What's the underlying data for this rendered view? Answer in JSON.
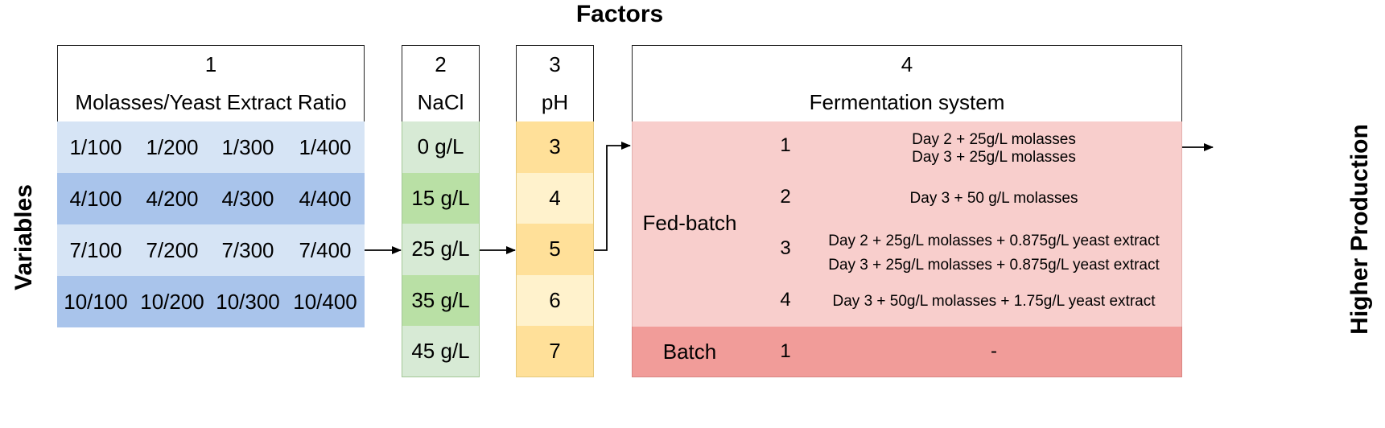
{
  "title": "Factors",
  "left_label": "Variables",
  "right_label": "Higher Production",
  "colors": {
    "blue_light": "#d6e4f5",
    "blue_dark": "#a9c4eb",
    "green_light": "#d7ead5",
    "green_dark": "#b9e0a5",
    "yellow_dark": "#ffe099",
    "yellow_light": "#fff2cc",
    "red_light": "#f8cecc",
    "red_dark": "#f19c99"
  },
  "factor1": {
    "number": "1",
    "header": "Molasses/Yeast Extract Ratio",
    "rows": [
      [
        "1/100",
        "1/200",
        "1/300",
        "1/400"
      ],
      [
        "4/100",
        "4/200",
        "4/300",
        "4/400"
      ],
      [
        "7/100",
        "7/200",
        "7/300",
        "7/400"
      ],
      [
        "10/100",
        "10/200",
        "10/300",
        "10/400"
      ]
    ]
  },
  "factor2": {
    "number": "2",
    "header": "NaCl",
    "values": [
      "0 g/L",
      "15 g/L",
      "25 g/L",
      "35 g/L",
      "45 g/L"
    ]
  },
  "factor3": {
    "number": "3",
    "header": "pH",
    "values": [
      "3",
      "4",
      "5",
      "6",
      "7"
    ]
  },
  "factor4": {
    "number": "4",
    "header": "Fermentation system",
    "fed_batch_label": "Fed-batch",
    "fed_batch": [
      {
        "n": "1",
        "lines": [
          "Day 2 + 25g/L molasses",
          "Day 3 + 25g/L molasses"
        ]
      },
      {
        "n": "2",
        "lines": [
          "Day 3 + 50 g/L molasses"
        ]
      },
      {
        "n": "3",
        "lines": [
          "Day 2 + 25g/L molasses + 0.875g/L yeast extract",
          "Day 3 + 25g/L molasses + 0.875g/L yeast extract"
        ]
      },
      {
        "n": "4",
        "lines": [
          "Day 3 + 50g/L molasses + 1.75g/L yeast extract"
        ]
      }
    ],
    "batch_label": "Batch",
    "batch": {
      "n": "1",
      "text": "-"
    }
  }
}
